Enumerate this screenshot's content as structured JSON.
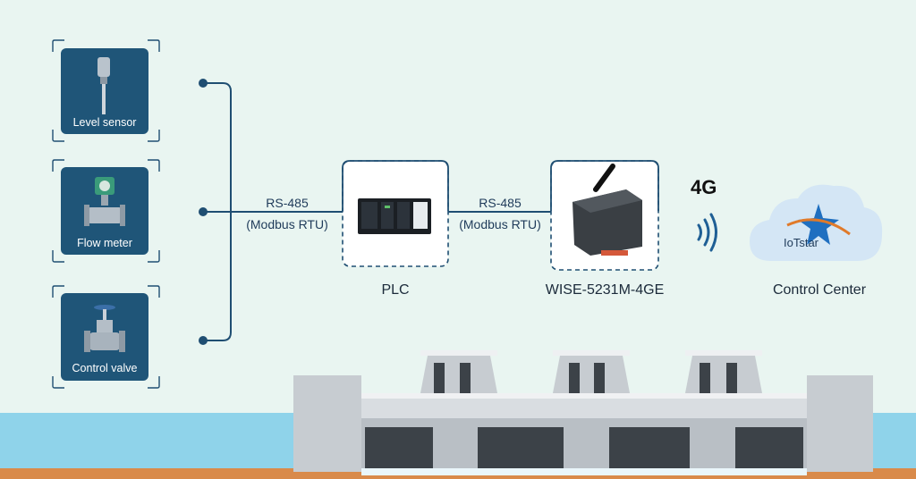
{
  "sensors": [
    {
      "label": "Level sensor",
      "icon": "level-sensor-icon"
    },
    {
      "label": "Flow meter",
      "icon": "flow-meter-icon"
    },
    {
      "label": "Control valve",
      "icon": "control-valve-icon"
    }
  ],
  "links": {
    "field_to_plc": {
      "line1": "RS-485",
      "line2": "(Modbus RTU)"
    },
    "plc_to_wise": {
      "line1": "RS-485",
      "line2": "(Modbus RTU)"
    }
  },
  "devices": {
    "plc": {
      "label": "PLC",
      "icon": "plc-device-icon"
    },
    "wise": {
      "label": "WISE-5231M-4GE",
      "icon": "wise-gateway-icon"
    },
    "control_center": {
      "label": "Control Center",
      "logo_text": "IoTstar",
      "icon": "cloud-icon"
    }
  },
  "wireless": {
    "label": "4G",
    "icon": "signal-waves-icon"
  },
  "colors": {
    "background": "#e9f5f1",
    "card": "#1f5578",
    "line": "#1f4e72",
    "water": "#8fd3ea",
    "dam": "#c7ccd1"
  }
}
